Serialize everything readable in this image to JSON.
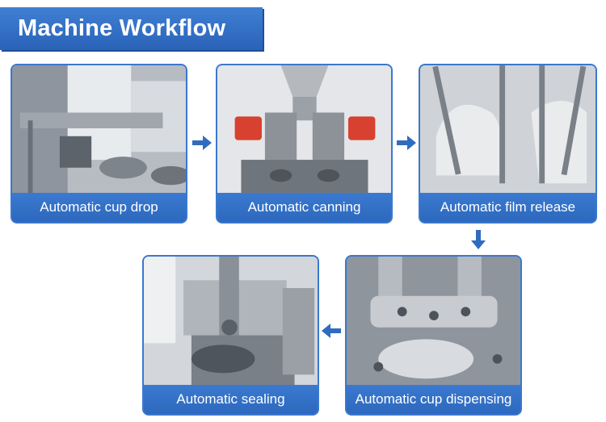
{
  "title": "Machine Workflow",
  "steps": [
    {
      "label": "Automatic cup drop"
    },
    {
      "label": "Automatic canning"
    },
    {
      "label": "Automatic film release"
    },
    {
      "label": "Automatic cup dispensing"
    },
    {
      "label": "Automatic sealing"
    }
  ],
  "colors": {
    "accent": "#2f6cc0",
    "arrow": "#2f6cc0",
    "text": "#ffffff"
  },
  "icons": [
    "arrow-right-icon",
    "arrow-down-icon",
    "arrow-left-icon"
  ]
}
